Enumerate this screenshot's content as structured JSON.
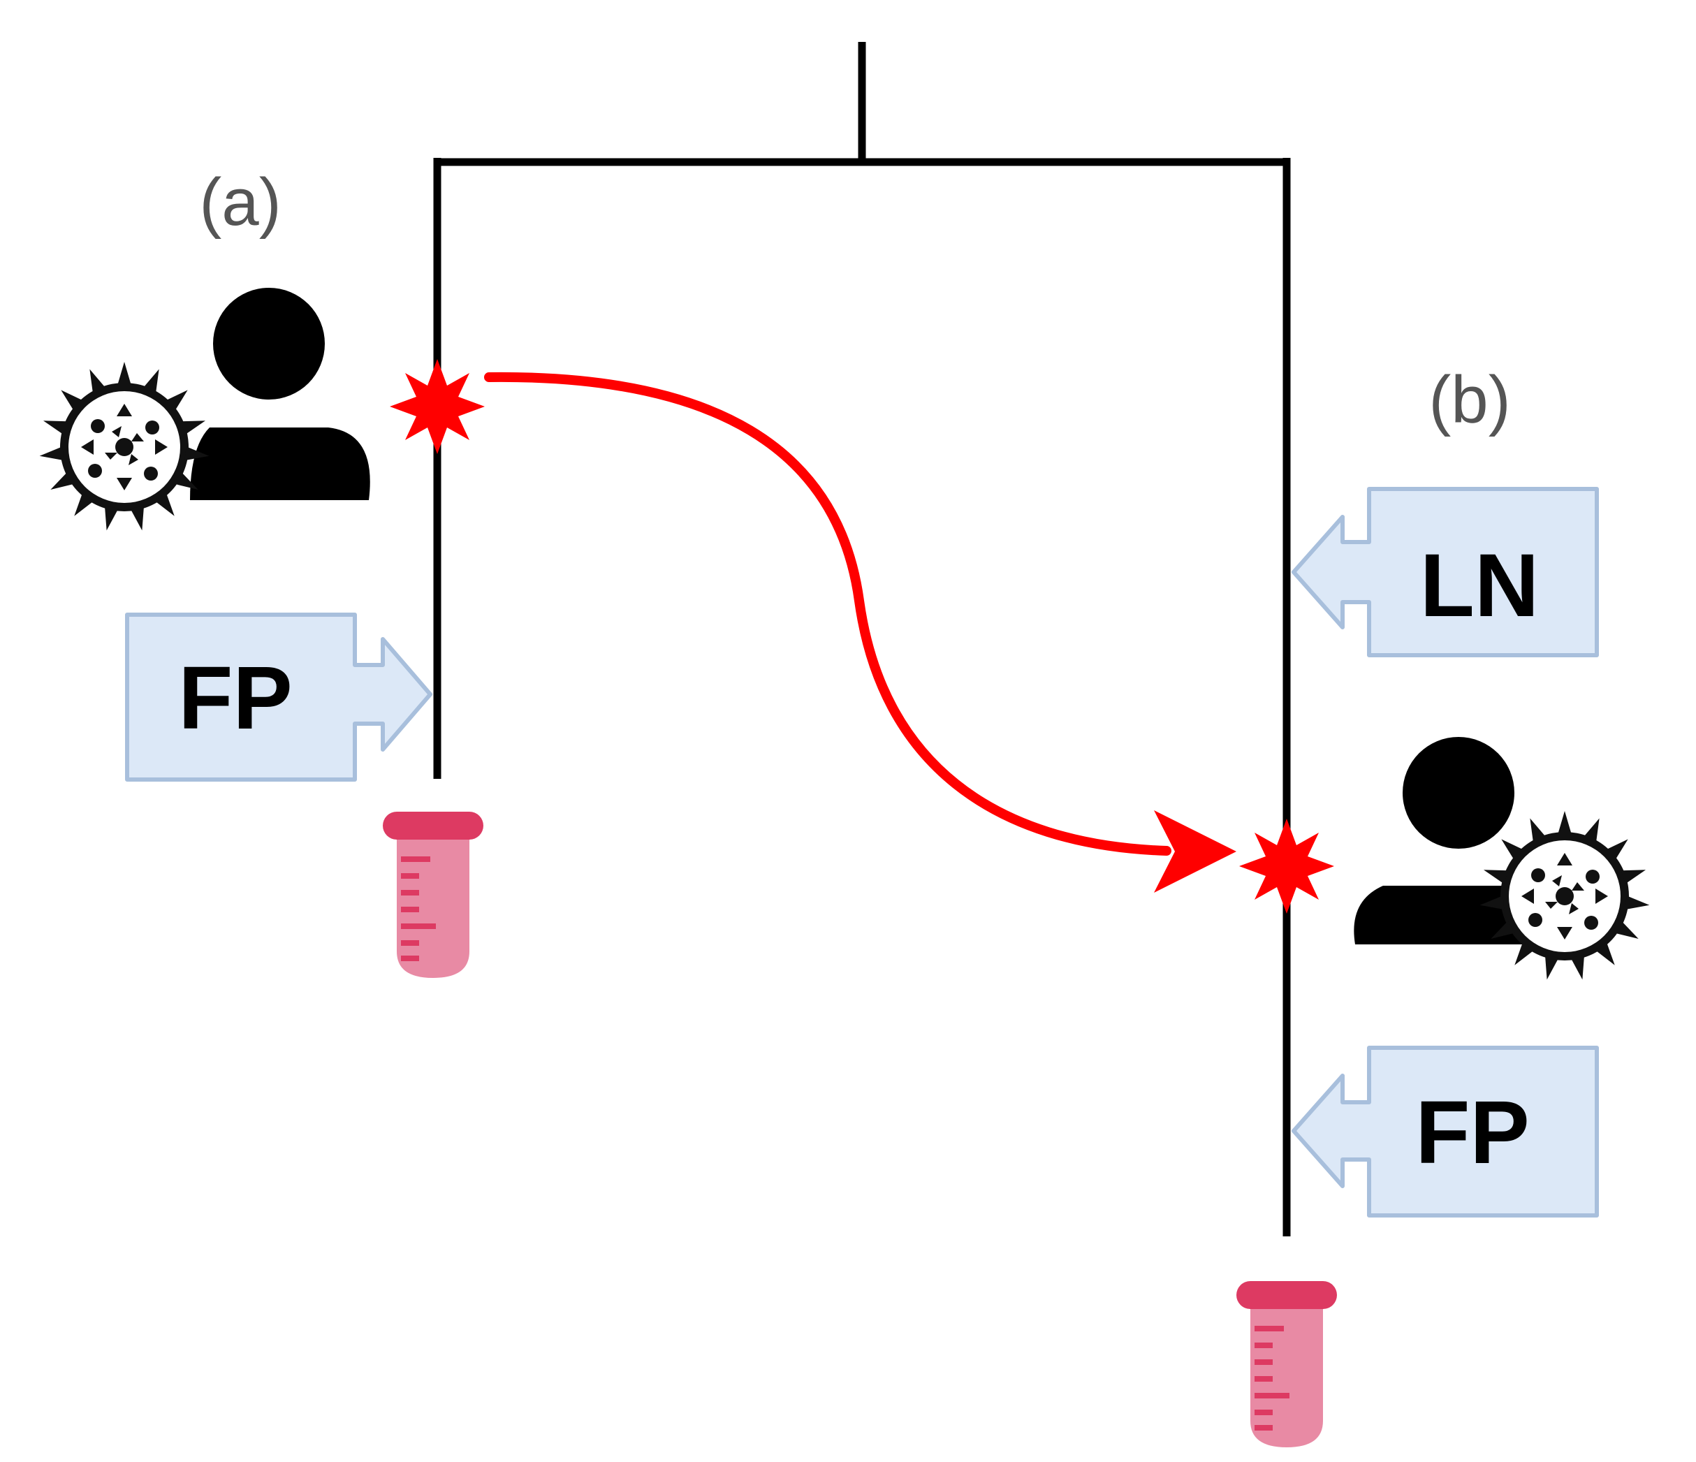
{
  "labels": {
    "a": "(a)",
    "b": "(b)"
  },
  "boxes": {
    "left_fp": "FP",
    "right_ln": "LN",
    "right_fp": "FP"
  },
  "colors": {
    "tree_line": "#000000",
    "transmission": "#ff0000",
    "box_fill": "#dce8f7",
    "box_stroke": "#a8bfdc",
    "tube_cap": "#dd3a62",
    "tube_body": "#e88aa4",
    "person": "#000000",
    "virus": "#1a1a1a"
  },
  "icons": {
    "person": "person-icon",
    "virus": "virus-icon",
    "tube": "test-tube-icon",
    "star": "infection-star-icon"
  }
}
